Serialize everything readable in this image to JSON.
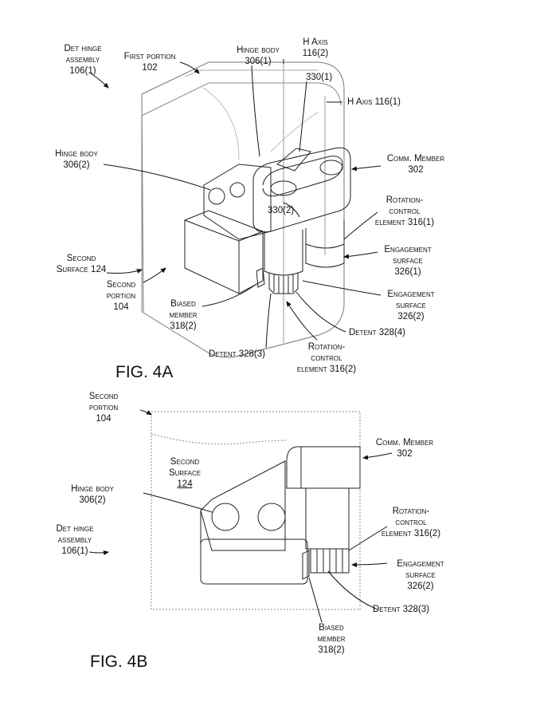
{
  "fig4a": {
    "caption": "FIG. 4A",
    "labels": {
      "det_hinge_assembly": "Det hinge\nassembly\n106(1)",
      "first_portion": "First portion\n102",
      "hinge_body_1": "Hinge body\n306(1)",
      "h_axis_2": "H Axis\n116(2)",
      "ref_330_1": "330(1)",
      "h_axis_1": "H Axis 116(1)",
      "hinge_body_2": "Hinge body\n306(2)",
      "comm_member": "Comm. Member\n302",
      "ref_330_2": "330(2)",
      "rotation_control_1": "Rotation-\ncontrol\nelement 316(1)",
      "second_surface": "Second\nSurface 124",
      "engagement_surface_1": "Engagement\nsurface\n326(1)",
      "second_portion": "Second\nportion\n104",
      "biased_member": "Biased\nmember\n318(2)",
      "engagement_surface_2": "Engagement\nsurface\n326(2)",
      "detent_4": "Detent 328(4)",
      "detent_3": "Detent 328(3)",
      "rotation_control_2": "Rotation-\ncontrol\nelement 316(2)"
    }
  },
  "fig4b": {
    "caption": "FIG. 4B",
    "labels": {
      "second_portion": "Second\nportion\n104",
      "comm_member": "Comm. Member\n302",
      "second_surface": "Second\nSurface",
      "second_surface_ref": "124",
      "hinge_body": "Hinge body\n306(2)",
      "rotation_control": "Rotation-\ncontrol\nelement 316(2)",
      "det_hinge_assembly": "Det hinge\nassembly\n106(1)",
      "engagement_surface": "Engagement\nsurface\n326(2)",
      "detent": "Detent 328(3)",
      "biased_member": "Biased\nmember\n318(2)"
    }
  }
}
